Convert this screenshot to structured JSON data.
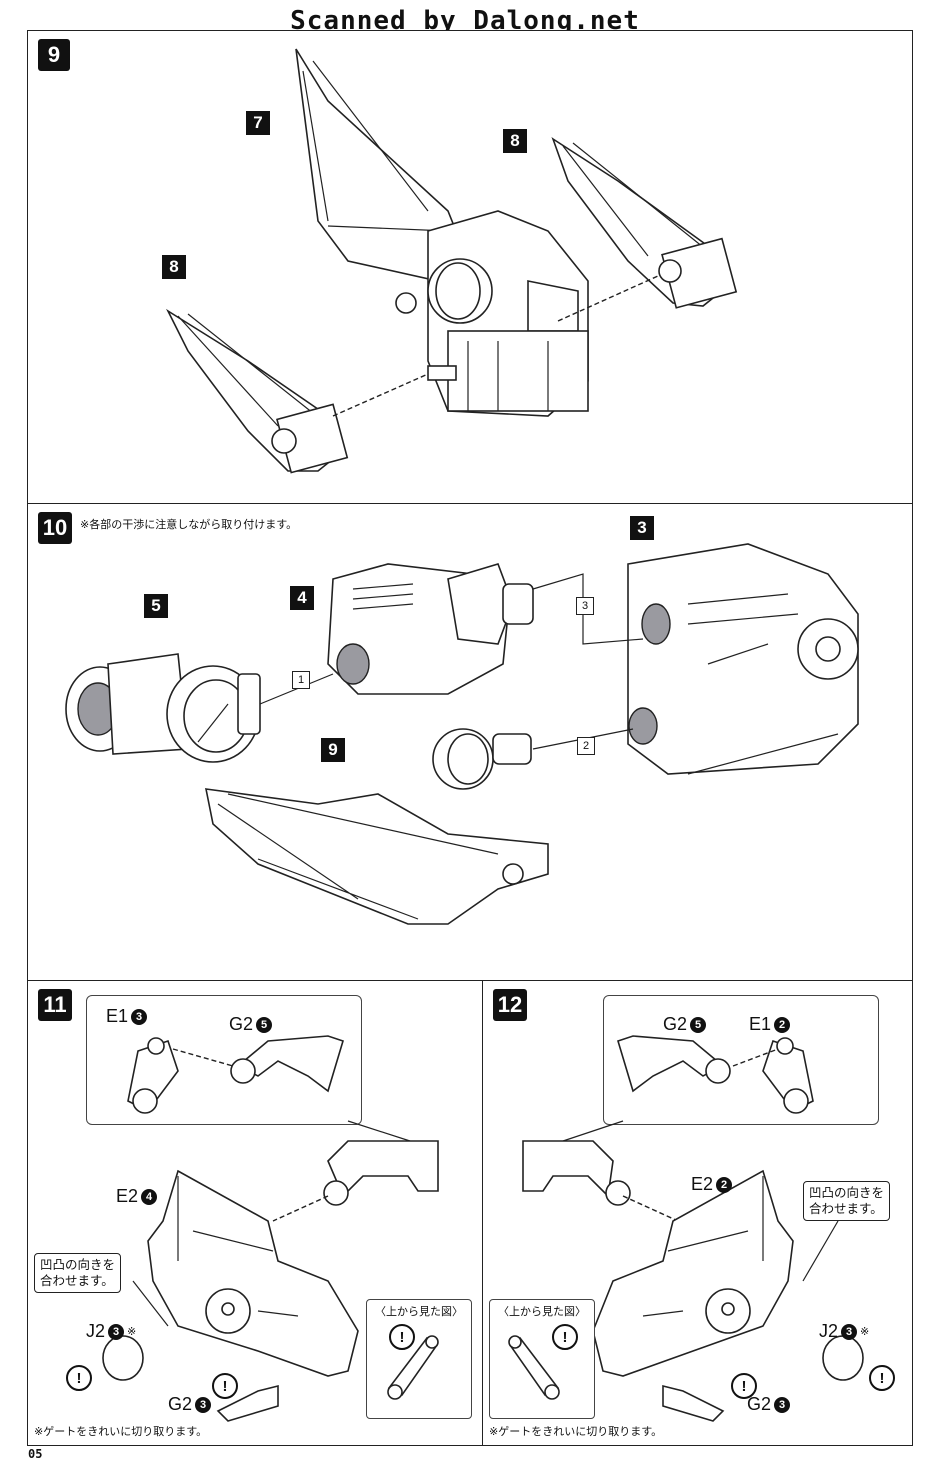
{
  "watermark": "Scanned by Dalong.net",
  "page_number": "05",
  "steps": {
    "s9": {
      "num": "9",
      "parts": [
        "7",
        "8",
        "8"
      ]
    },
    "s10": {
      "num": "10",
      "note": "※各部の干渉に注意しながら取り付けます。",
      "parts": [
        "5",
        "4",
        "3",
        "9"
      ],
      "order": [
        "1",
        "2",
        "3"
      ]
    },
    "s11": {
      "num": "11",
      "parts": {
        "e1": "E1",
        "e1n": "3",
        "g2": "G2",
        "g2n": "5",
        "e2": "E2",
        "e2n": "4",
        "j2": "J2",
        "j2n": "3",
        "g2b": "G2",
        "g2bn": "3",
        "mark": "※"
      },
      "callout": [
        "凹凸の向きを",
        "合わせます。"
      ],
      "view_title": "〈上から見た図〉",
      "footnote": "※ゲートをきれいに切り取ります。",
      "warn": "!"
    },
    "s12": {
      "num": "12",
      "parts": {
        "e1": "E1",
        "e1n": "2",
        "g2": "G2",
        "g2n": "5",
        "e2": "E2",
        "e2n": "2",
        "j2": "J2",
        "j2n": "3",
        "g2b": "G2",
        "g2bn": "3",
        "mark": "※"
      },
      "callout": [
        "凹凸の向きを",
        "合わせます。"
      ],
      "view_title": "〈上から見た図〉",
      "footnote": "※ゲートをきれいに切り取ります。",
      "warn": "!"
    }
  }
}
